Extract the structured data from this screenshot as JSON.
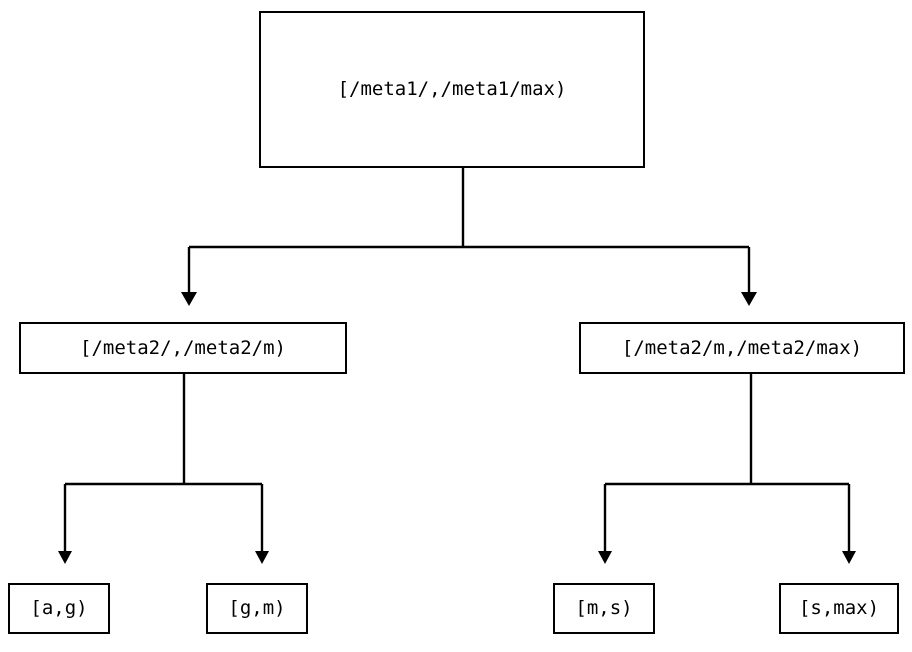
{
  "diagram": {
    "type": "range-partition-tree",
    "orientation": "top-down",
    "background_color": "#ffffff",
    "line_color": "#000000",
    "text_color": "#000000",
    "root": {
      "id": "root",
      "label": "[/meta1/,/meta1/max)"
    },
    "level2": [
      {
        "id": "meta2-left",
        "label": "[/meta2/,/meta2/m)"
      },
      {
        "id": "meta2-right",
        "label": "[/meta2/m,/meta2/max)"
      }
    ],
    "leaves": [
      {
        "id": "leaf-ag",
        "label": "[a,g)"
      },
      {
        "id": "leaf-gm",
        "label": "[g,m)"
      },
      {
        "id": "leaf-ms",
        "label": "[m,s)"
      },
      {
        "id": "leaf-smax",
        "label": "[s,max)"
      }
    ],
    "edges": [
      {
        "from": "root",
        "to": "meta2-left",
        "arrow": "triangle-down"
      },
      {
        "from": "root",
        "to": "meta2-right",
        "arrow": "triangle-down"
      },
      {
        "from": "meta2-left",
        "to": "leaf-ag",
        "arrow": "triangle-down"
      },
      {
        "from": "meta2-left",
        "to": "leaf-gm",
        "arrow": "triangle-down"
      },
      {
        "from": "meta2-right",
        "to": "leaf-ms",
        "arrow": "triangle-down"
      },
      {
        "from": "meta2-right",
        "to": "leaf-smax",
        "arrow": "triangle-down"
      }
    ]
  }
}
